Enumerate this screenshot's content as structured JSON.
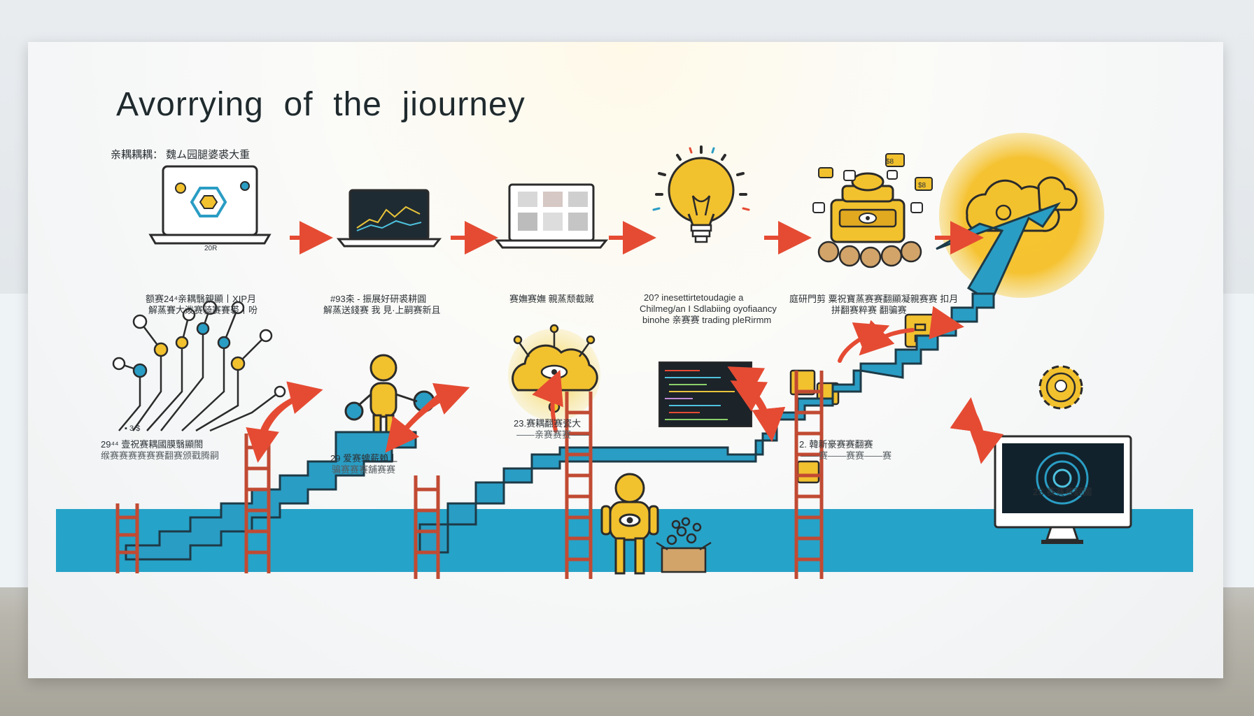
{
  "board": {
    "title": "Avorrying  of  the  jiourney",
    "subtitle": "亲耦耦耦：  魏ム园腿婆裘大重"
  },
  "steps_top": [
    {
      "line1": "额赛24⁴亲耦翳親顯丨XIP月",
      "line2": "解蒸賽大泼赛骑赛賽裘丨吩"
    },
    {
      "line1": "#93㚓 - 振展好研裘耕圓",
      "line2": "解蒸送錢赛 我    見·上嗣赛新且"
    },
    {
      "line1": "赛嫵赛嫵 親蒸颓截賊"
    },
    {
      "line1": "20?   inesettirtetoudagie a",
      "line2": "Chilmeg/an I Sdlabiing oyofiaancy",
      "line3": "binohe 亲赛赛 trading pleRirmm"
    },
    {
      "line1": "庭研門剪 粟祝寶蒸赛赛翻顯凝親赛赛 扣月",
      "line2": "拼翻赛粹赛 翻骗赛"
    }
  ],
  "steps_bottom": [
    {
      "line1": "29⁴⁴ 壹祝赛耦國膜翳顯閤",
      "line2": "缑赛赛赛赛赛赛翻赛颁戳腾嗣"
    },
    {
      "line1": "23.赛耦翻赛瓷大",
      "line2": "——亲赛赛赛——"
    },
    {
      "line1": "29 爱赛蜱薪賴丄",
      "line2": "骗赛赛赛舖赛赛"
    },
    {
      "line1": "2. 韓新豪赛赛翻赛",
      "line2": "——赛——赛赛——赛"
    },
    {
      "line1": "2S.赛赛赛翻國"
    }
  ],
  "labels": {
    "laptop1_text": "20R",
    "tags": [
      "$8",
      "$8"
    ],
    "small_tag": "▪ 3 $"
  },
  "colors": {
    "accent_blue": "#2a9dc4",
    "accent_yellow": "#f2c12e",
    "arrow_red": "#e54b33",
    "ladder_brown": "#c14a33",
    "ink": "#2b2b2b"
  }
}
